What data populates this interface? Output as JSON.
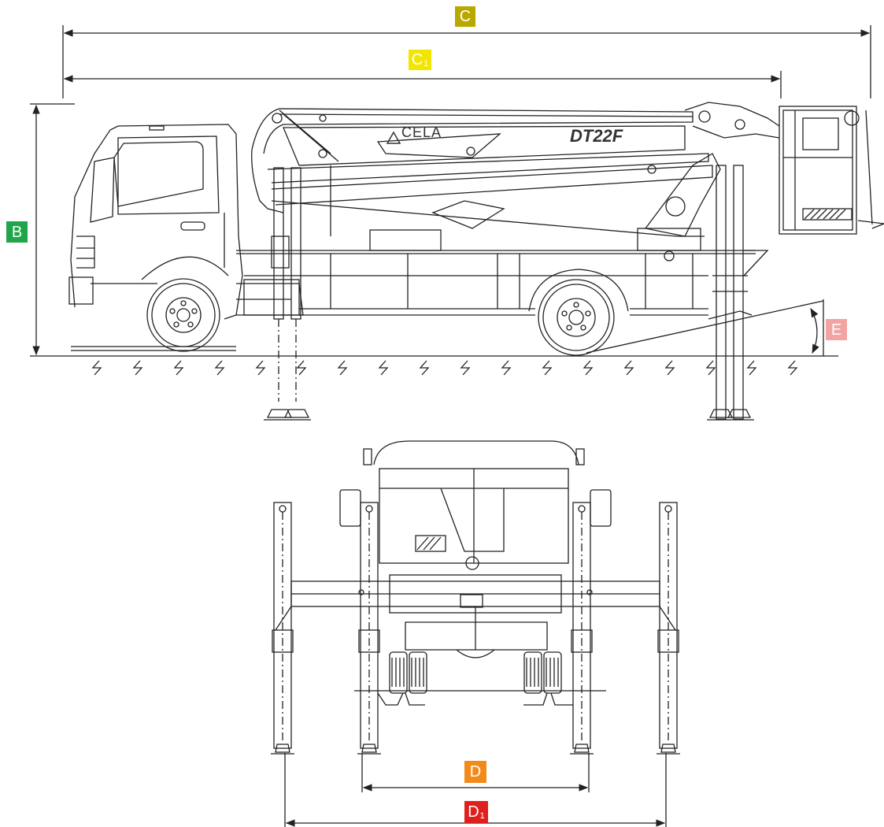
{
  "dimensions": {
    "C": {
      "letter": "C",
      "sub": "",
      "color": "#b8a800"
    },
    "C1": {
      "letter": "C",
      "sub": "1",
      "color": "#f2e600"
    },
    "B": {
      "letter": "B",
      "sub": "",
      "color": "#1fa64a"
    },
    "E": {
      "letter": "E",
      "sub": "",
      "color": "#f4a3a3"
    },
    "D": {
      "letter": "D",
      "sub": "",
      "color": "#f28a1a"
    },
    "D1": {
      "letter": "D",
      "sub": "1",
      "color": "#e0201f"
    }
  },
  "vehicle": {
    "brand": "CELA",
    "model": "DT22F"
  },
  "line_color": "#222222"
}
